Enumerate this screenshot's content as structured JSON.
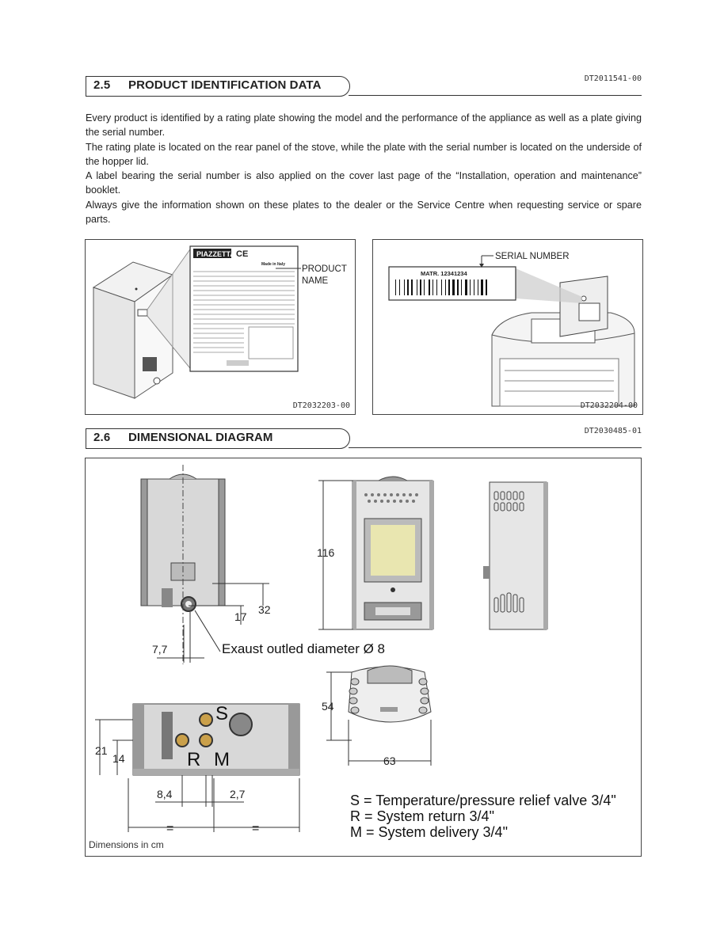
{
  "section_25": {
    "number": "2.5",
    "title": "PRODUCT IDENTIFICATION DATA",
    "code": "DT2011541-00",
    "paragraphs": [
      "Every product is identified by a rating plate showing the model and the performance of the appliance as well as a plate giving the serial number.",
      "The rating plate is located on the rear panel of the stove, while the plate with the serial number is located on the underside of the hopper lid.",
      "A label bearing the serial number is also applied on the cover last page of the “Installation, operation and maintenance” booklet.",
      "Always give the information shown on these plates to the dealer or the Service Centre when requesting service or spare parts."
    ],
    "figure_left": {
      "brand": "PIAZZETTA",
      "ce_mark": "CE",
      "made_in": "Made in Italy",
      "callout": "PRODUCT NAME",
      "code": "DT2032203-00"
    },
    "figure_right": {
      "callout": "SERIAL NUMBER",
      "label_text": "MATR. 12341234",
      "code": "DT2032204-00"
    }
  },
  "section_26": {
    "number": "2.6",
    "title": "DIMENSIONAL DIAGRAM",
    "code": "DT2030485-01",
    "dimensions": {
      "d32": "32",
      "d17": "17",
      "d77": "7,7",
      "d116": "116",
      "d54": "54",
      "d63": "63",
      "d21": "21",
      "d14": "14",
      "d84": "8,4",
      "d27": "2,7",
      "eq": "="
    },
    "exhaust_label": "Exaust outled diameter Ø 8",
    "port_letters": {
      "s": "S",
      "r": "R",
      "m": "M"
    },
    "legend": [
      "S = Temperature/pressure relief valve 3/4\"",
      "R = System return 3/4\"",
      "M = System delivery 3/4\""
    ],
    "units_note": "Dimensions in cm"
  }
}
